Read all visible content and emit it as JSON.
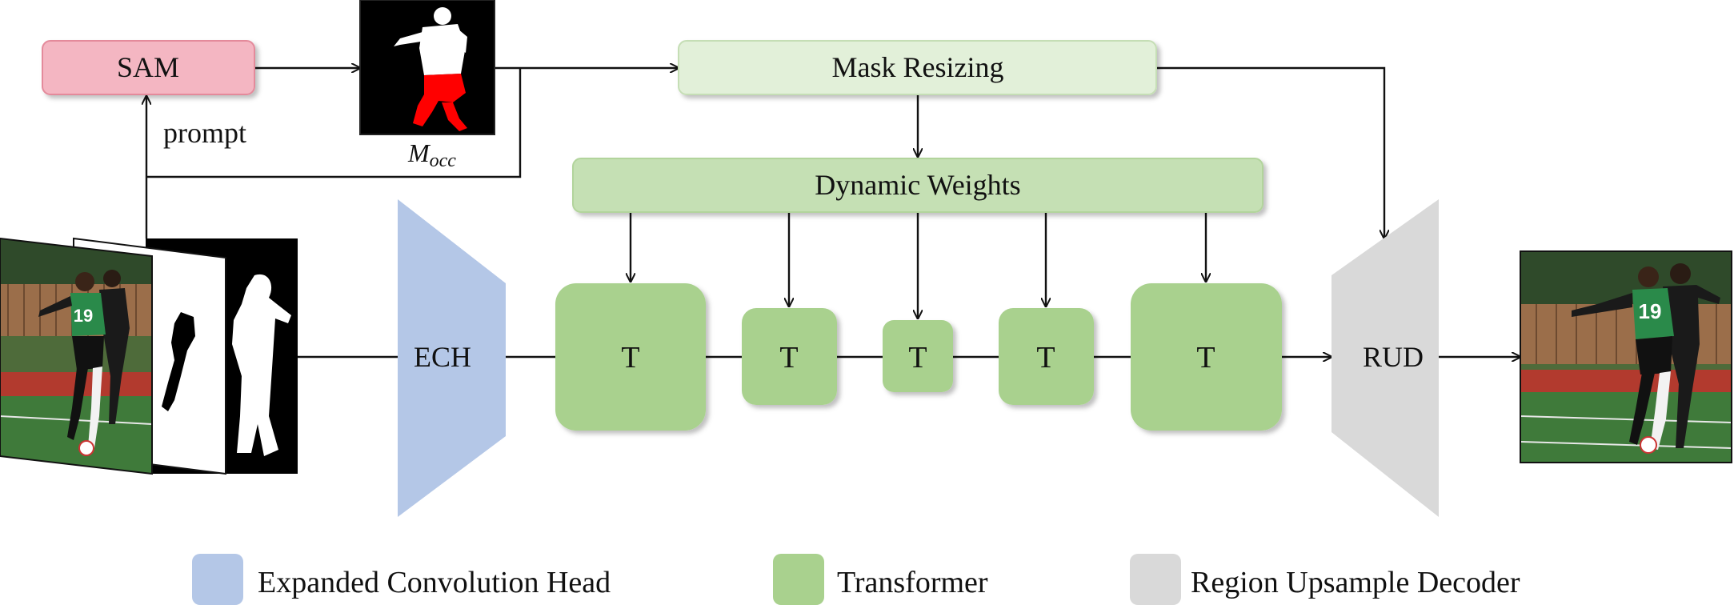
{
  "diagram": {
    "nodes": {
      "sam": "SAM",
      "prompt": "prompt",
      "mask_label": "M",
      "mask_label_sub": "occ",
      "mask_resizing": "Mask Resizing",
      "dynamic_weights": "Dynamic Weights",
      "ech": "ECH",
      "transformers": [
        "T",
        "T",
        "T",
        "T",
        "T"
      ],
      "rud": "RUD"
    },
    "legend": [
      {
        "label": "Expanded Convolution Head",
        "color": "#b4c7e7"
      },
      {
        "label": "Transformer",
        "color": "#a9d18e"
      },
      {
        "label": "Region Upsample Decoder",
        "color": "#d9d9d9"
      }
    ],
    "colors": {
      "sam": "#f4b6c2",
      "mask_resizing": "#e2f0d9",
      "dynamic_weights": "#c5e0b4",
      "ech": "#b4c7e7",
      "transformer": "#a9d18e",
      "rud": "#d9d9d9"
    },
    "images": [
      "input-photo-stack",
      "occlusion-mask",
      "output-photo"
    ]
  }
}
